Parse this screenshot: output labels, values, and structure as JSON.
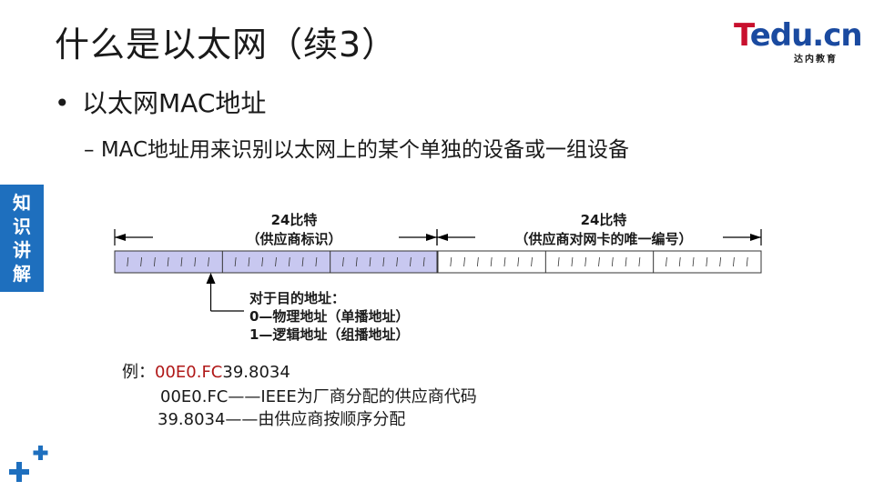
{
  "slide": {
    "title": "什么是以太网（续3）",
    "logo": {
      "letter": "T",
      "rest": "edu.cn",
      "sub": "达内教育"
    },
    "side_tab": [
      "知",
      "识",
      "讲",
      "解"
    ],
    "bullet_level1": {
      "marker": "•",
      "text": "以太网MAC地址"
    },
    "bullet_level2": {
      "marker": "–",
      "text": "MAC地址用来识别以太网上的某个单独的设备或一组设备"
    }
  },
  "diagram": {
    "left_span": {
      "line1": "24比特",
      "line2": "（供应商标识）"
    },
    "right_span": {
      "line1": "24比特",
      "line2": "（供应商对网卡的唯一编号）"
    },
    "bit_note": {
      "line1": "对于目的地址：",
      "line2": "0—物理地址（单播地址）",
      "line3": "1—逻辑地址（组播地址）"
    },
    "colors": {
      "vendor_fill": "#c8c8f0",
      "outline": "#333333"
    }
  },
  "example": {
    "label": "例：",
    "highlight": "00E0.FC",
    "rest": "39.8034",
    "line2": "00E0.FC——IEEE为厂商分配的供应商代码",
    "line3": "39.8034——由供应商按顺序分配"
  }
}
